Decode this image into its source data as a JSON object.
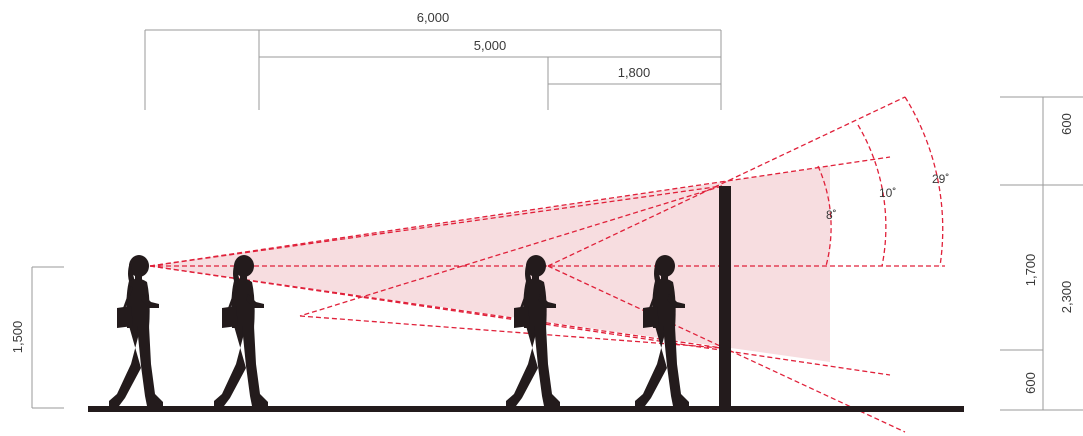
{
  "dimensions": {
    "top_6000": "6,000",
    "top_5000": "5,000",
    "top_1800": "1,800",
    "left_1500": "1,500",
    "right_600_top": "600",
    "right_1700": "1,700",
    "right_600_bottom": "600",
    "right_2300": "2,300"
  },
  "angles": {
    "a8": "8˚",
    "a10": "10˚",
    "a29": "29˚"
  },
  "colors": {
    "ray": "#e0213a",
    "cone_fill": "#f7dde0",
    "silhouette": "#231b1c",
    "ground": "#231b1c"
  },
  "icons": [
    "person-walking-icon",
    "person-walking-icon",
    "person-walking-icon",
    "person-walking-icon"
  ]
}
